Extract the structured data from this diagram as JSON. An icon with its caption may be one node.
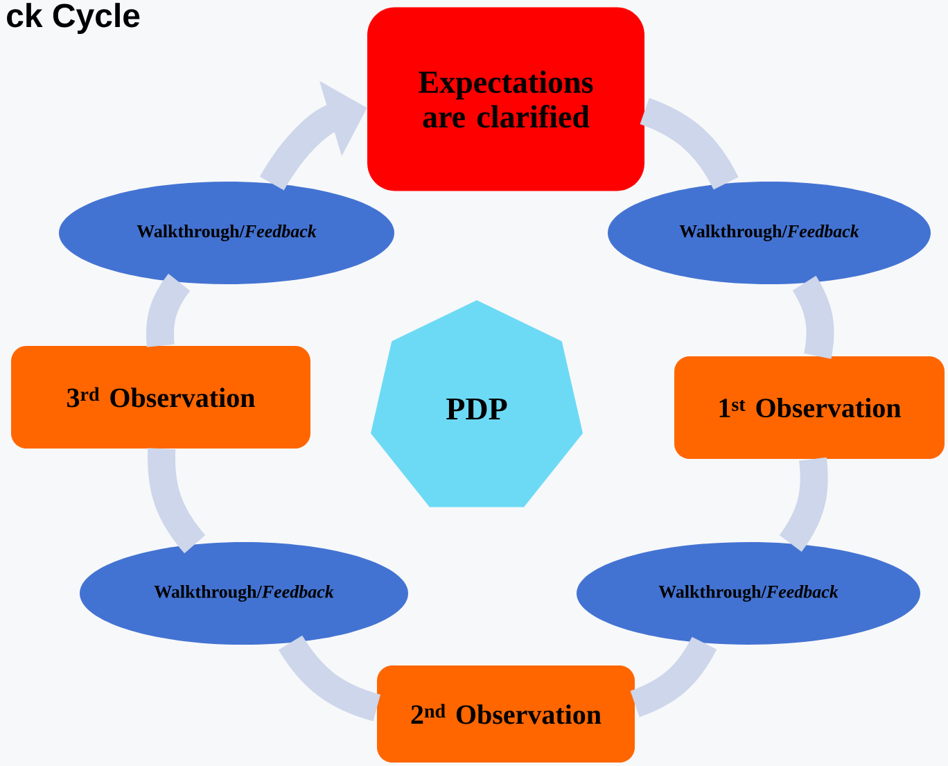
{
  "diagram": {
    "title": "ck Cycle",
    "nodes": [
      {
        "text": [
          "Expectations are clarified"
        ]
      },
      {
        "text": [
          "Walkthrough/*Feedback*"
        ]
      },
      {
        "text": [
          "1$^{st}$ Observation"
        ]
      },
      {
        "text": [
          "Walkthrough/*Feedback*"
        ]
      },
      {
        "text": [
          "2$^{nd}$ Observation"
        ]
      },
      {
        "text": [
          "Walkthrough/*Feedback*"
        ]
      },
      {
        "text": [
          "3$^{rd}$ Observation"
        ]
      },
      {
        "text": [
          "Walkthrough/*Feedback*"
        ]
      },
      {
        "text": [
          "PDP"
        ]
      }
    ],
    "edges": [
      {
        "from": 0,
        "to": 1,
        "arrow": "none"
      },
      {
        "from": 1,
        "to": 2,
        "arrow": "none"
      },
      {
        "from": 2,
        "to": 3,
        "arrow": "none"
      },
      {
        "from": 3,
        "to": 4,
        "arrow": "none"
      },
      {
        "from": 4,
        "to": 5,
        "arrow": "none"
      },
      {
        "from": 5,
        "to": 6,
        "arrow": "none"
      },
      {
        "from": 6,
        "to": 7,
        "arrow": "none"
      },
      {
        "from": 7,
        "to": 0,
        "arrow": "to"
      }
    ]
  }
}
